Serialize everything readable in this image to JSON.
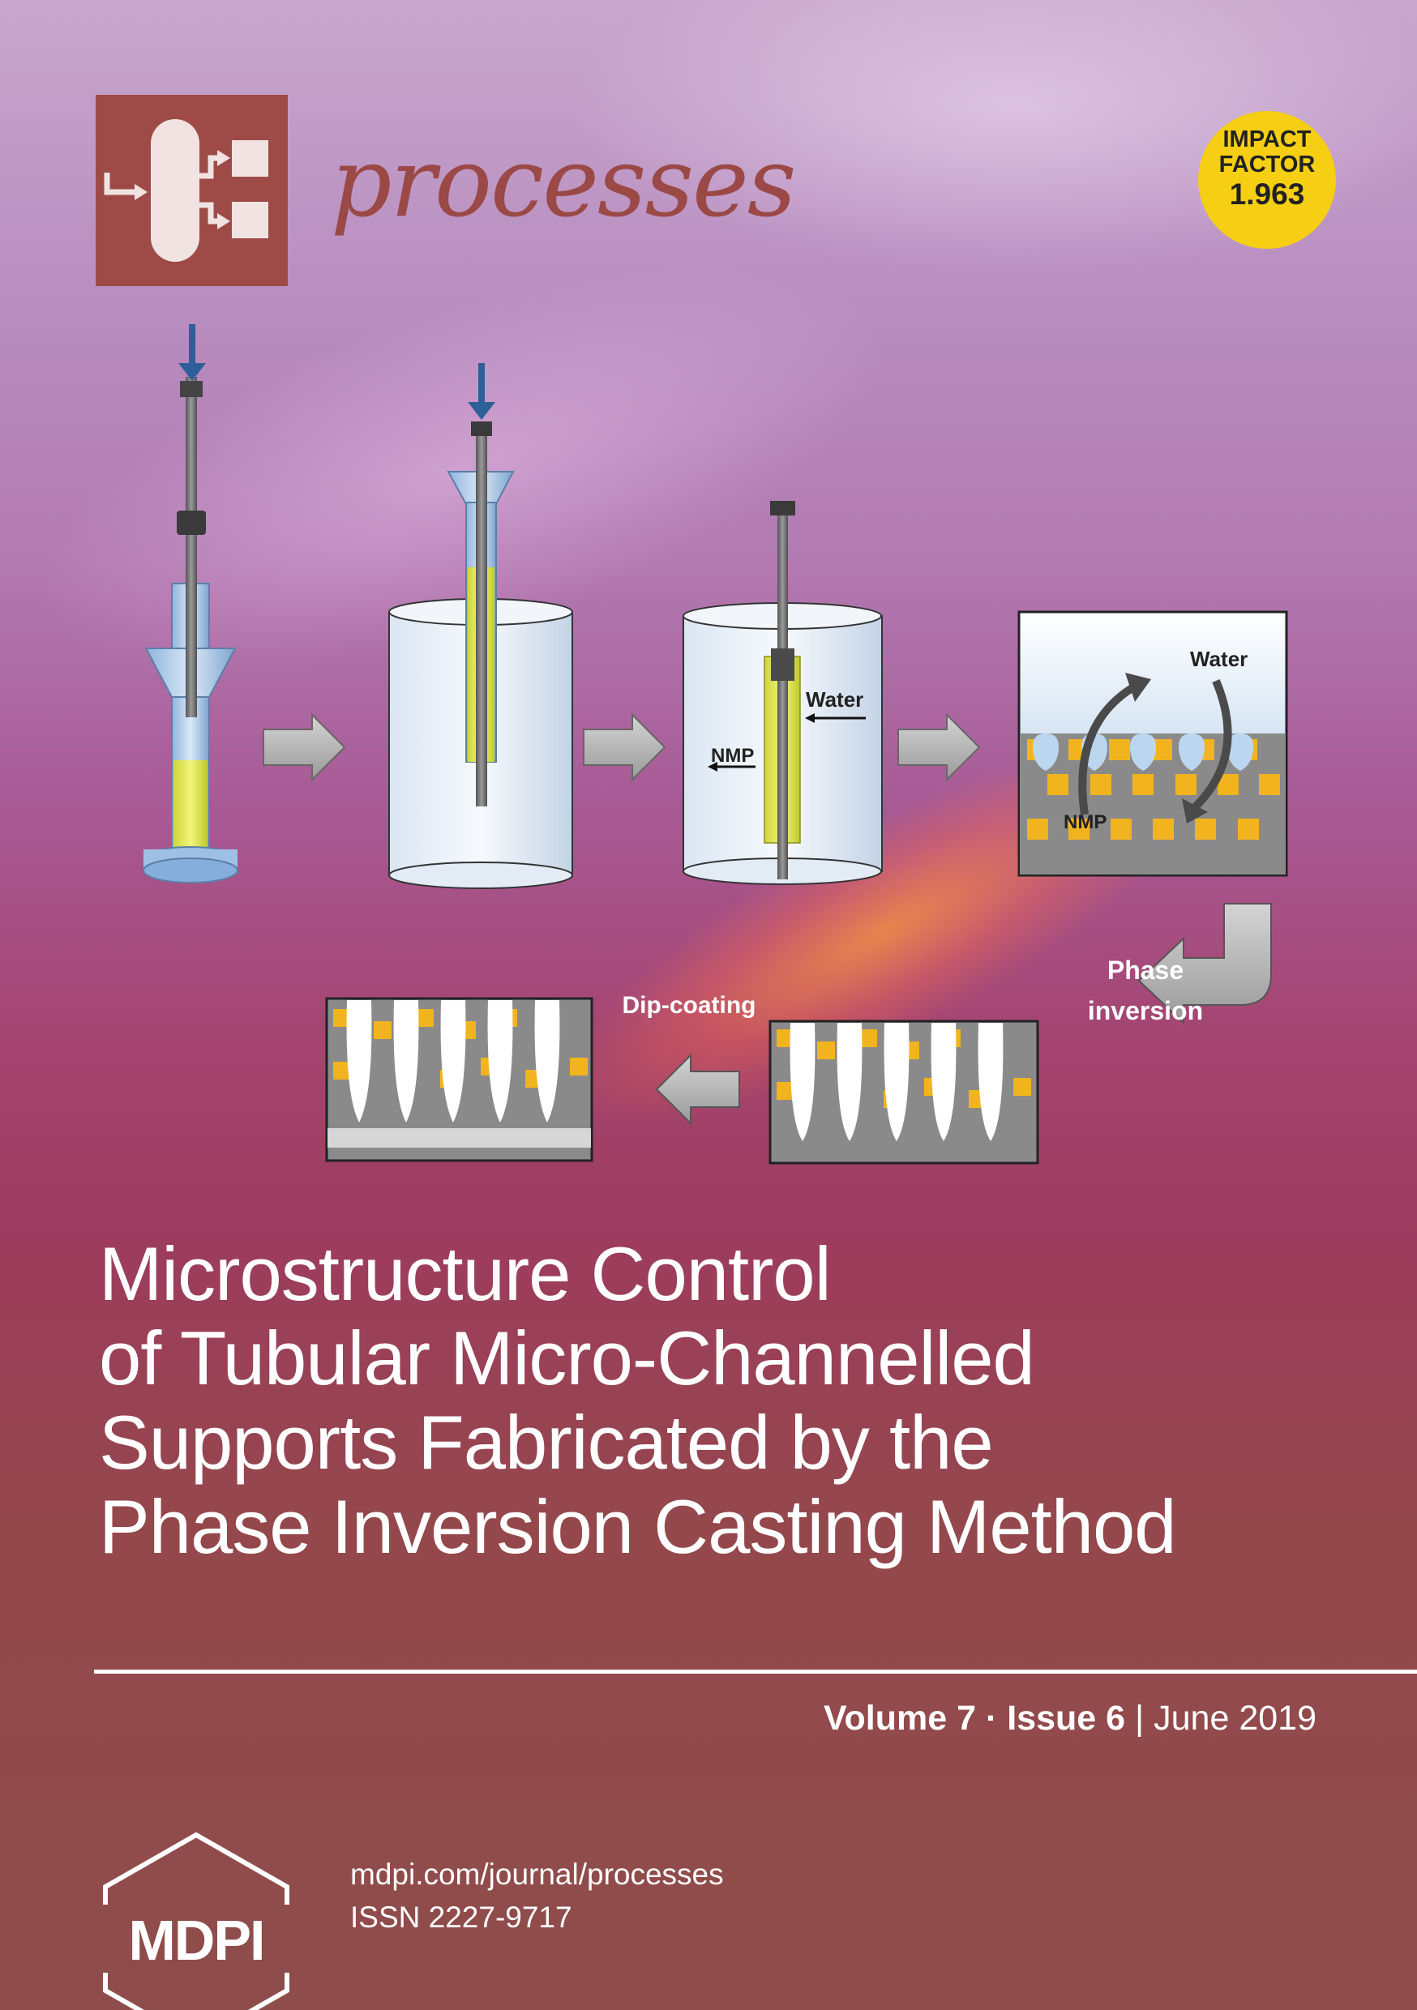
{
  "journal": {
    "name": "processes"
  },
  "impact_factor": {
    "line1": "IMPACT",
    "line2": "FACTOR",
    "value": "1.963"
  },
  "diagram": {
    "label_water": "Water",
    "label_nmp": "NMP",
    "label_phase_1": "Phase",
    "label_phase_2": "inversion",
    "label_dip": "Dip-coating"
  },
  "article": {
    "title_lines": [
      "Microstructure Control",
      "of Tubular Micro-Channelled",
      "Supports Fabricated by the",
      "Phase Inversion Casting Method"
    ]
  },
  "issue": {
    "volume": "Volume 7",
    "separator": "·",
    "issue": "Issue 6",
    "bar": "|",
    "date": "June 2019"
  },
  "publisher": {
    "logo_text": "MDPI",
    "url": "mdpi.com/journal/processes",
    "issn": "ISSN 2227-9717"
  },
  "colors": {
    "brand": "#9e4b48",
    "impact_badge": "#f6cf14",
    "particle": "#f2b41e"
  }
}
